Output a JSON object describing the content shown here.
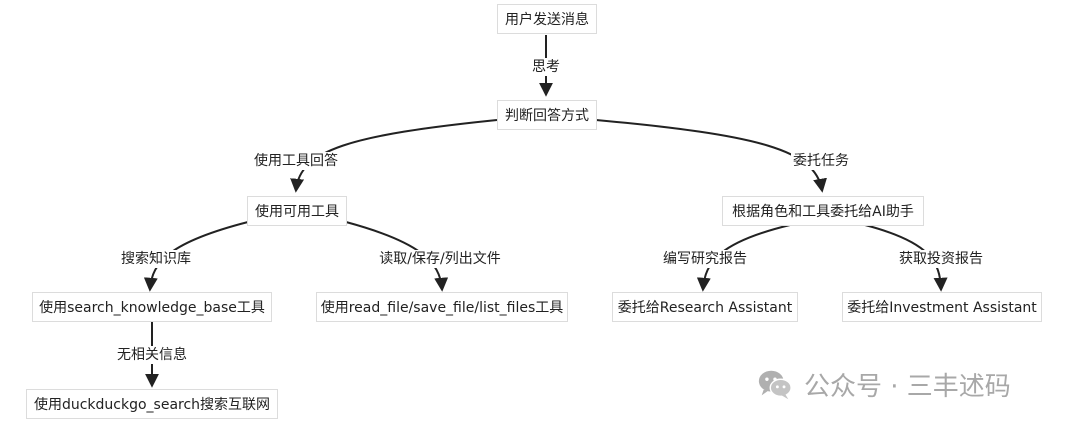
{
  "nodes": {
    "user_send": "用户发送消息",
    "judge": "判断回答方式",
    "use_tools": "使用可用工具",
    "delegate": "根据角色和工具委托给AI助手",
    "search_kb": "使用search_knowledge_base工具",
    "file_ops": "使用read_file/save_file/list_files工具",
    "research": "委托给Research Assistant",
    "investment": "委托给Investment Assistant",
    "duckduckgo": "使用duckduckgo_search搜索互联网"
  },
  "edges": {
    "think": "思考",
    "tool_answer": "使用工具回答",
    "delegate_task": "委托任务",
    "search_kb": "搜索知识库",
    "file_rw": "读取/保存/列出文件",
    "write_report": "编写研究报告",
    "get_report": "获取投资报告",
    "no_info": "无相关信息"
  },
  "watermark": {
    "text": "公众号 · 三丰述码",
    "icon": "wechat-icon",
    "color": "#a8a8a8"
  }
}
